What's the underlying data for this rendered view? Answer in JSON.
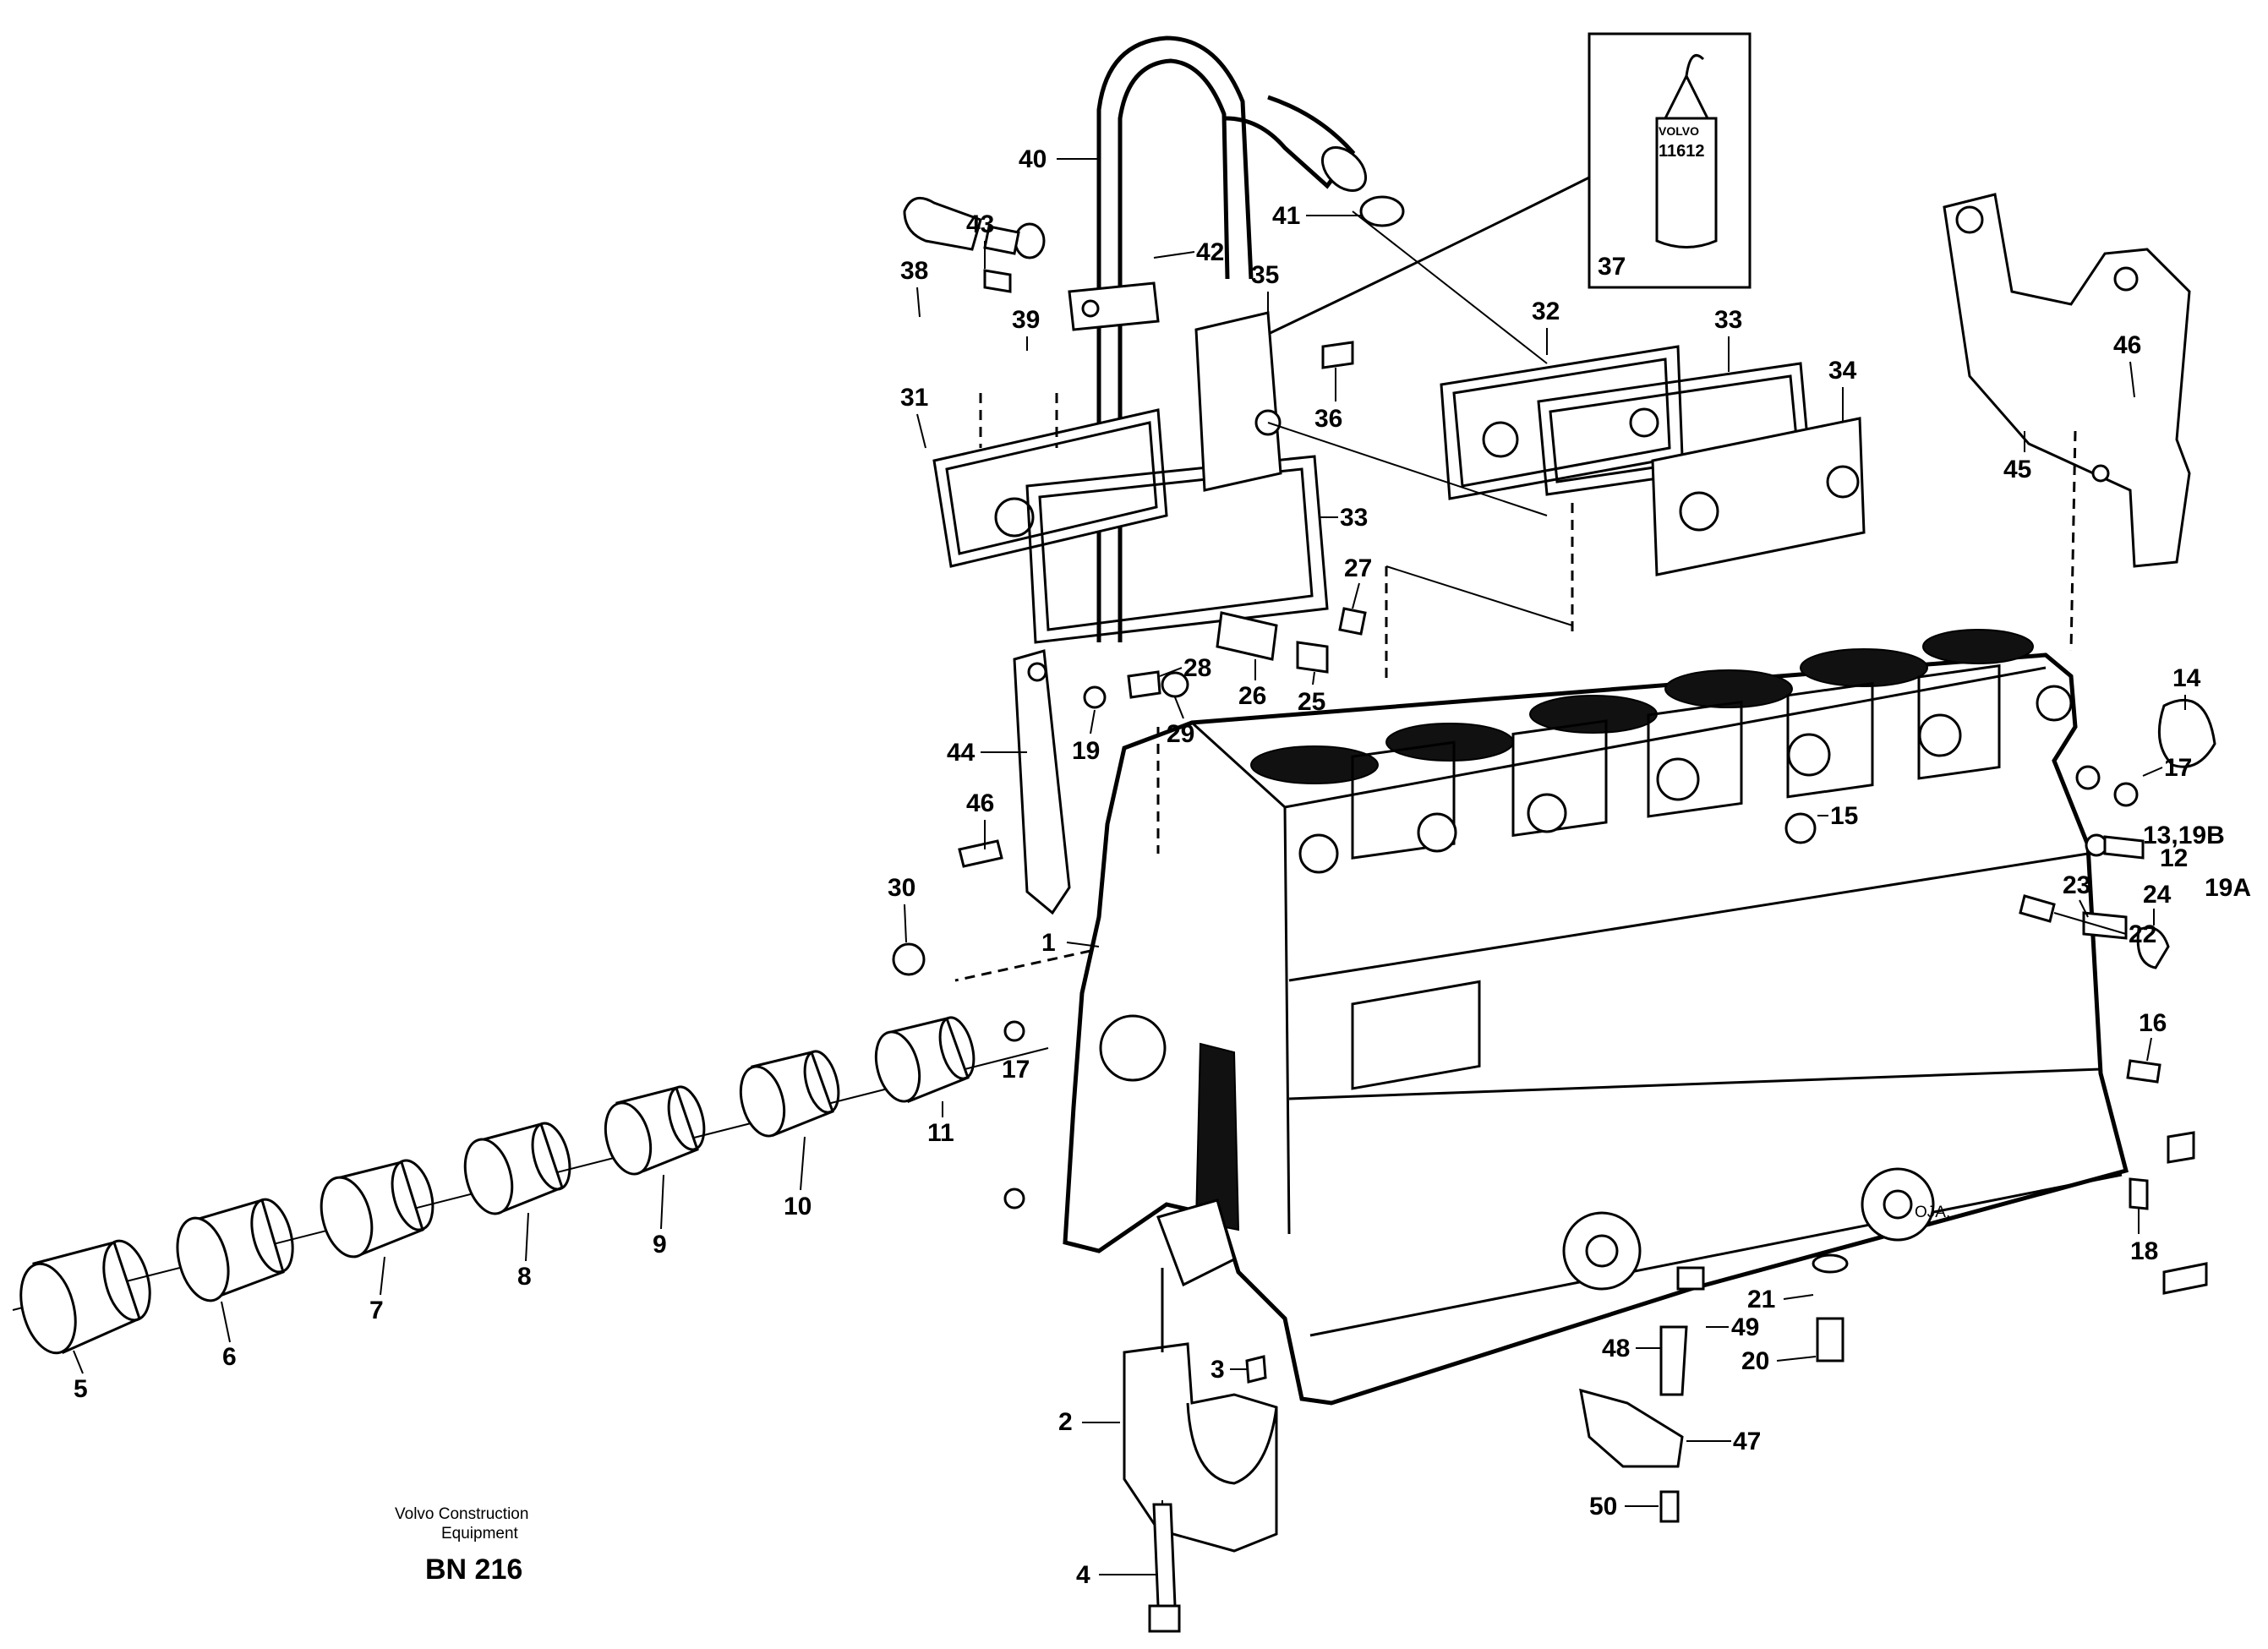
{
  "labels": {
    "l1": "1",
    "l2": "2",
    "l3": "3",
    "l4": "4",
    "l5": "5",
    "l6": "6",
    "l7": "7",
    "l8": "8",
    "l9": "9",
    "l10": "10",
    "l11": "11",
    "l12": "12",
    "l13": "13,19B",
    "l14": "14",
    "l15": "15",
    "l16": "16",
    "l17a": "17",
    "l17b": "17",
    "l18": "18",
    "l19": "19",
    "l19a": "19A",
    "l20": "20",
    "l21": "21",
    "l22": "22",
    "l23": "23",
    "l24": "24",
    "l25": "25",
    "l26": "26",
    "l27": "27",
    "l28": "28",
    "l29": "29",
    "l30": "30",
    "l31": "31",
    "l32": "32",
    "l33a": "33",
    "l33b": "33",
    "l34": "34",
    "l35": "35",
    "l36": "36",
    "l37": "37",
    "l38": "38",
    "l39": "39",
    "l40": "40",
    "l41": "41",
    "l42": "42",
    "l43": "43",
    "l44": "44",
    "l45": "45",
    "l46a": "46",
    "l46b": "46",
    "l47": "47",
    "l48": "48",
    "l49": "49",
    "l50": "50"
  },
  "inset": {
    "brand": "VOLVO",
    "part_no": "11612"
  },
  "caption": {
    "line1": "Volvo Construction",
    "line2": "Equipment",
    "code": "BN 216"
  }
}
